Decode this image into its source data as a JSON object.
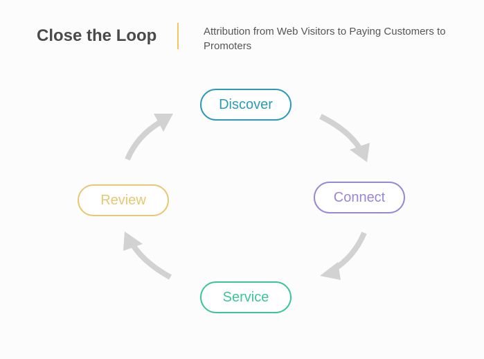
{
  "header": {
    "title": "Close the Loop",
    "subtitle": "Attribution from Web Visitors to Paying Customers to Promoters"
  },
  "cycle": {
    "stages": [
      {
        "id": "discover",
        "label": "Discover",
        "color": "#2a9bb7"
      },
      {
        "id": "connect",
        "label": "Connect",
        "color": "#9a86d6"
      },
      {
        "id": "service",
        "label": "Service",
        "color": "#3cc49a"
      },
      {
        "id": "review",
        "label": "Review",
        "color": "#e6c873"
      }
    ],
    "arrow_color": "#d2d2d2",
    "accent_divider_color": "#f0c75e"
  }
}
